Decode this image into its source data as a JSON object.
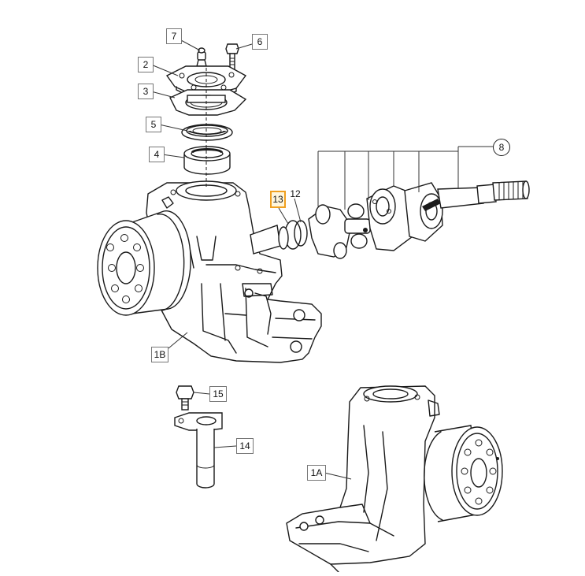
{
  "diagram": {
    "callouts": [
      {
        "id": "c7",
        "text": "7"
      },
      {
        "id": "c6",
        "text": "6"
      },
      {
        "id": "c2",
        "text": "2"
      },
      {
        "id": "c3",
        "text": "3"
      },
      {
        "id": "c5",
        "text": "5"
      },
      {
        "id": "c4",
        "text": "4"
      },
      {
        "id": "c8",
        "text": "8"
      },
      {
        "id": "c13",
        "text": "13"
      },
      {
        "id": "c12",
        "text": "12"
      },
      {
        "id": "c1B",
        "text": "1B"
      },
      {
        "id": "c15",
        "text": "15"
      },
      {
        "id": "c14",
        "text": "14"
      },
      {
        "id": "c1A",
        "text": "1A"
      }
    ],
    "highlight_color": "#f0a020"
  }
}
